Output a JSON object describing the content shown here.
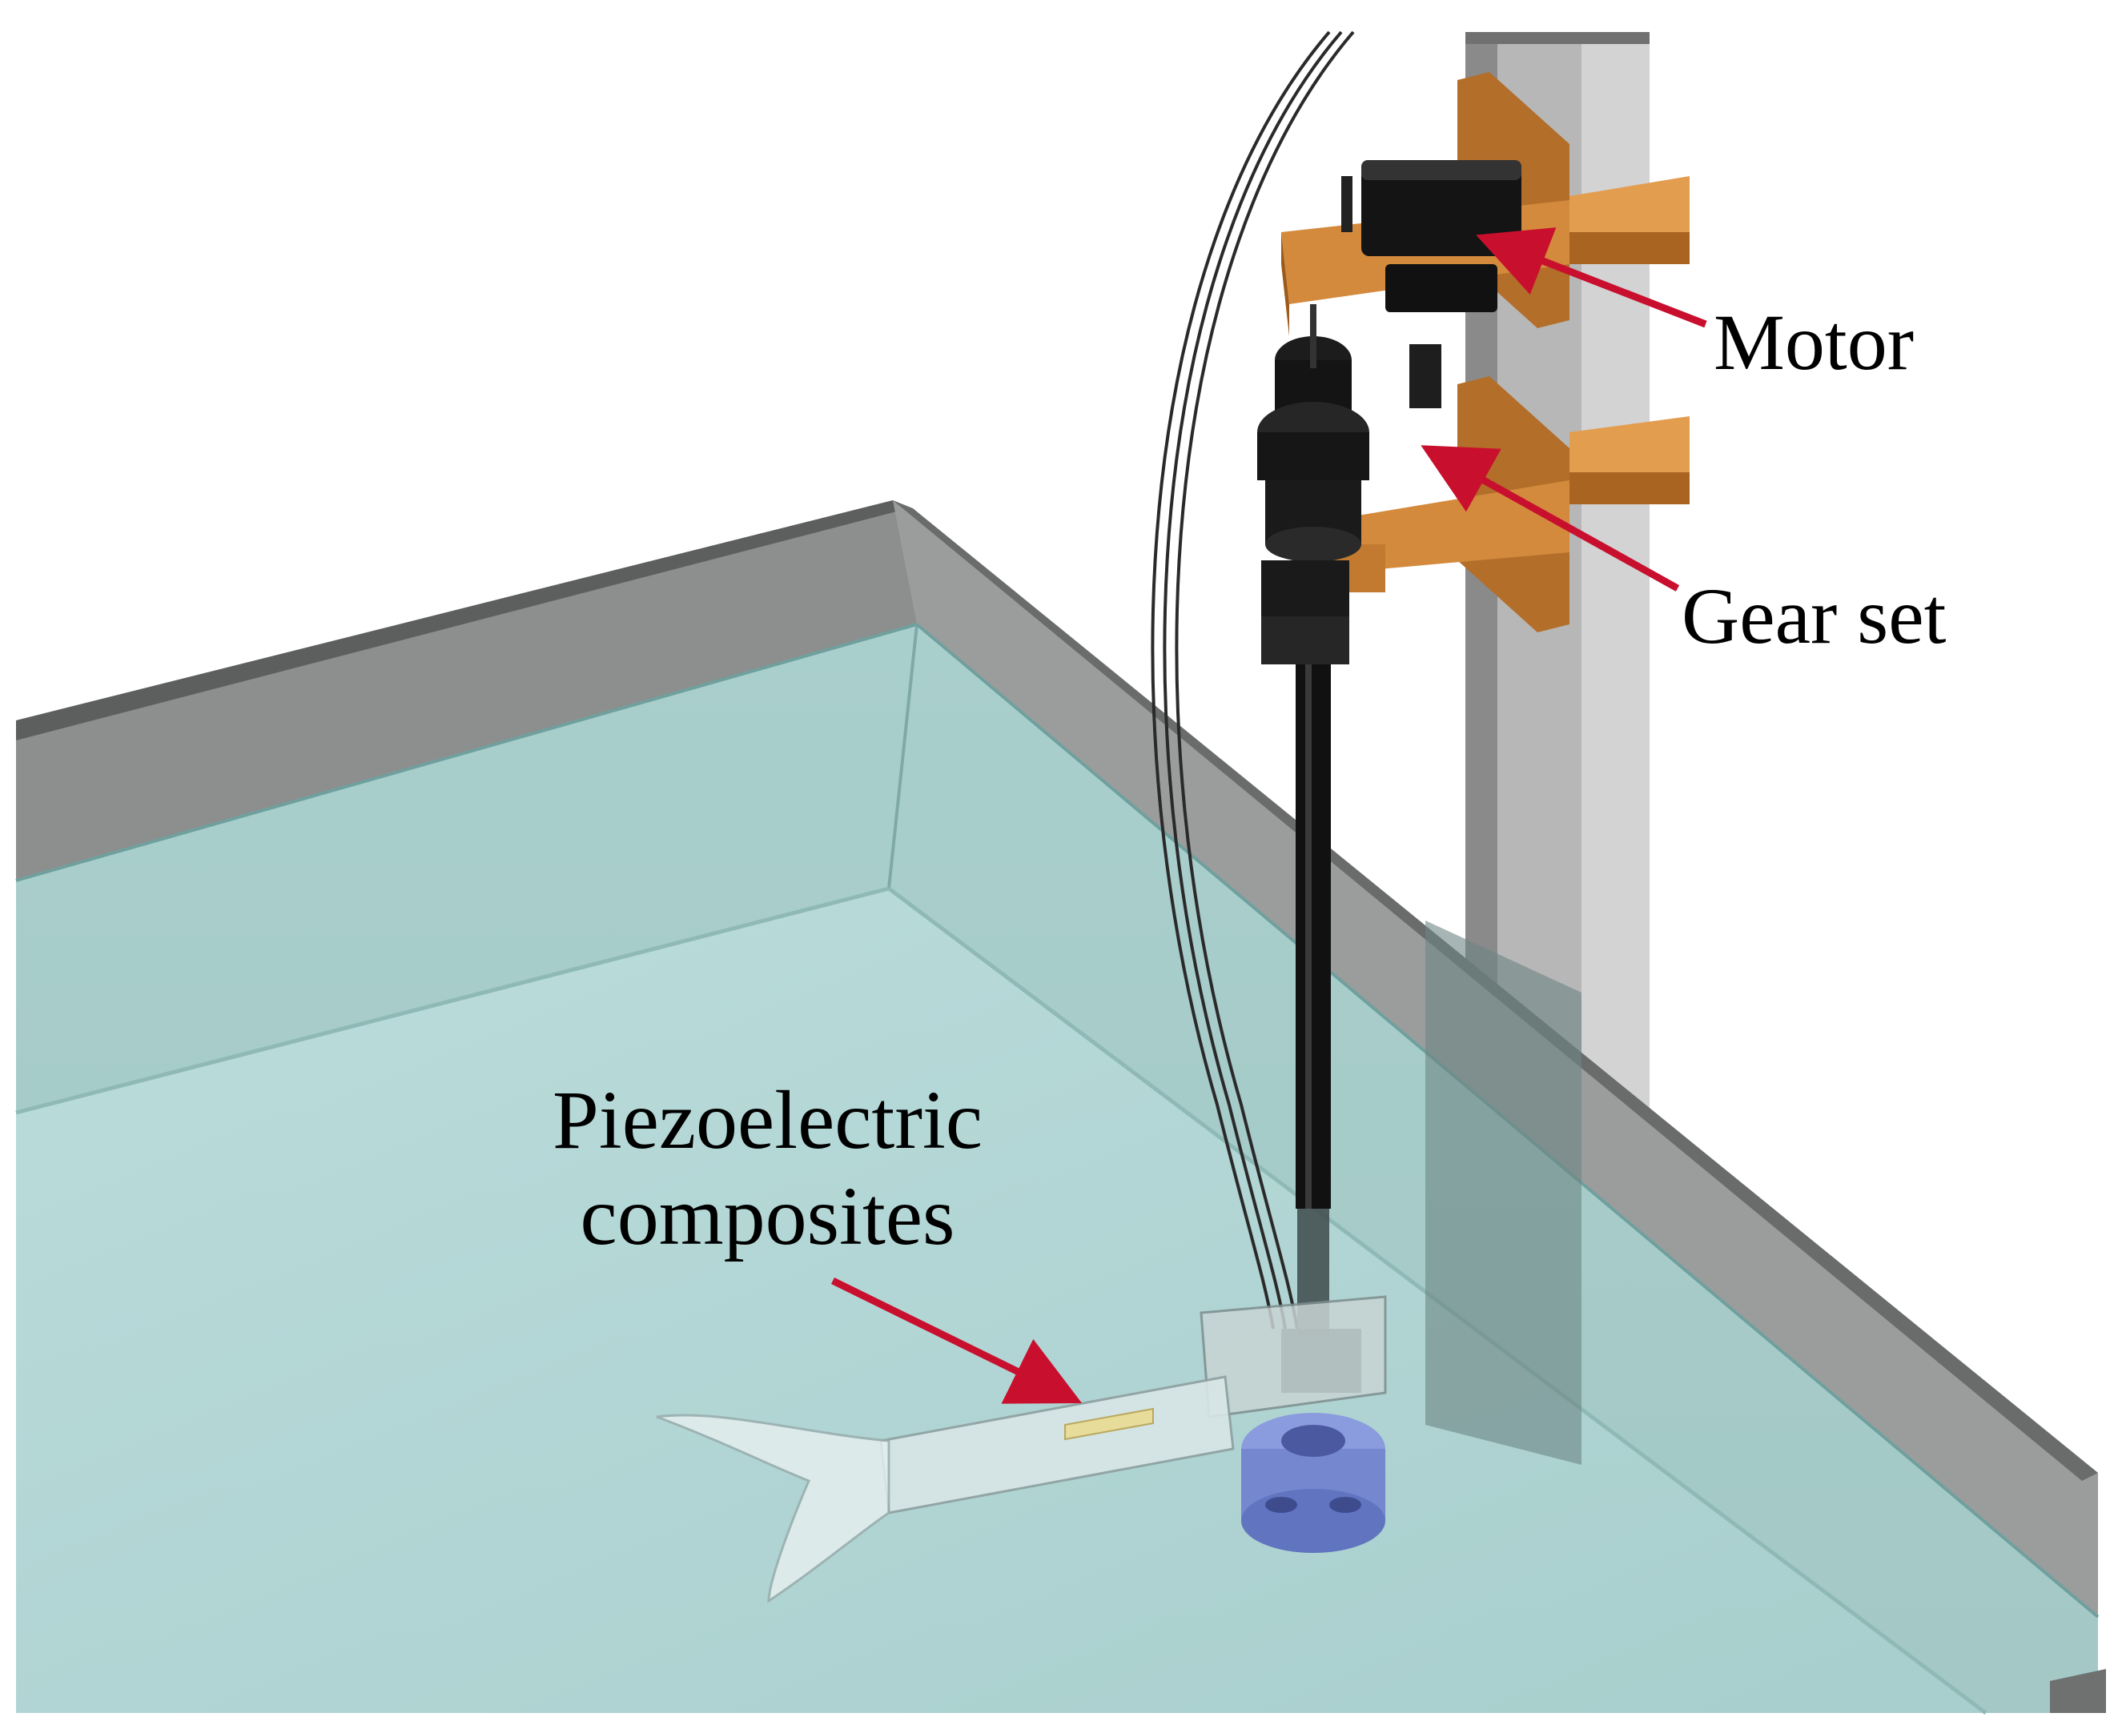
{
  "labels": {
    "motor": "Motor",
    "gear_set": "Gear set",
    "piezo_line1": "Piezoelectric",
    "piezo_line2": "composites"
  },
  "colors": {
    "water": "#a7cfcd",
    "tank_wall": "#8f9190",
    "bracket": "#d48a3c",
    "motor_body": "#141414",
    "shaft": "#111111",
    "bearing": "#7f93d6",
    "arrow": "#c8102e",
    "pillar": "#a9a9a9"
  }
}
